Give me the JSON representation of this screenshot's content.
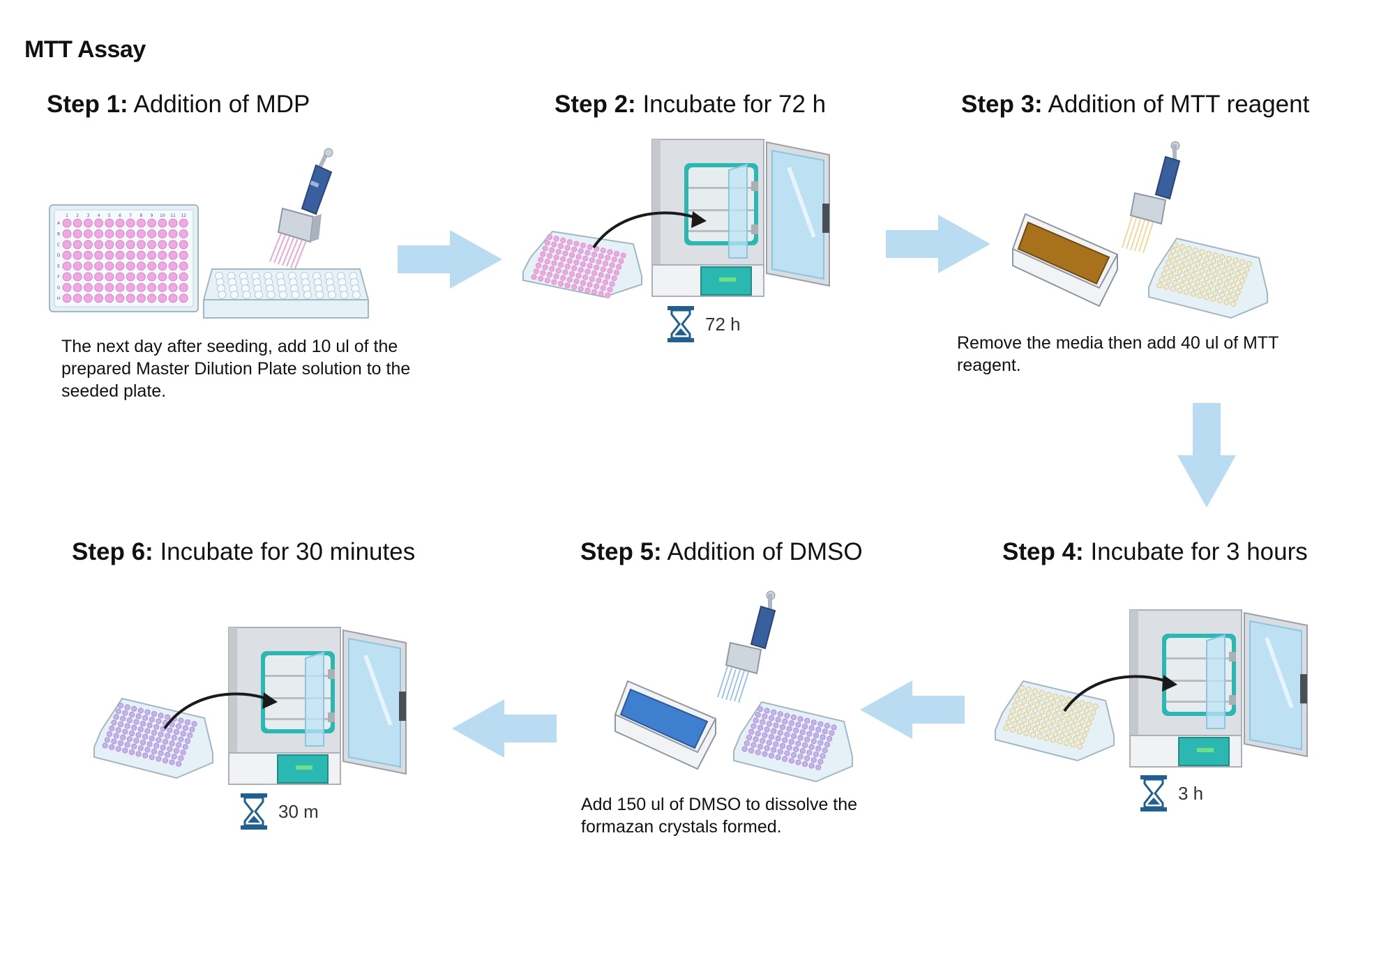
{
  "title": "MTT Assay",
  "steps": [
    {
      "num": "Step 1:",
      "title": "Addition of MDP",
      "desc": "The next day after seeding, add 10 ul of the prepared Master Dilution Plate solution to the seeded plate."
    },
    {
      "num": "Step 2:",
      "title": "Incubate for 72 h",
      "timer": "72 h"
    },
    {
      "num": "Step 3:",
      "title": "Addition of MTT reagent",
      "desc": "Remove the media then add 40 ul of MTT reagent."
    },
    {
      "num": "Step 4:",
      "title": "Incubate for 3 hours",
      "timer": "3 h"
    },
    {
      "num": "Step 5:",
      "title": "Addition of DMSO",
      "desc": "Add 150 ul of DMSO to dissolve the formazan crystals formed."
    },
    {
      "num": "Step 6:",
      "title": "Incubate for 30 minutes",
      "timer": "30 m"
    }
  ],
  "plate_row_letters": [
    "A",
    "B",
    "C",
    "D",
    "E",
    "F",
    "G",
    "H"
  ],
  "plate_col_numbers": [
    "1",
    "2",
    "3",
    "4",
    "5",
    "6",
    "7",
    "8",
    "9",
    "10",
    "11",
    "12"
  ],
  "colors": {
    "flow_arrow": "#b9dcf3",
    "well_pink": "#f1a8e2",
    "well_lavender": "#c9b3ee",
    "well_cream": "#f3ecc9",
    "mtt_reagent": "#a8721c",
    "dmso": "#3f7fcf",
    "pipette_handle": "#3a5f9e",
    "incubator_teal": "#2bb8b2",
    "hourglass": "#1f5f93"
  }
}
